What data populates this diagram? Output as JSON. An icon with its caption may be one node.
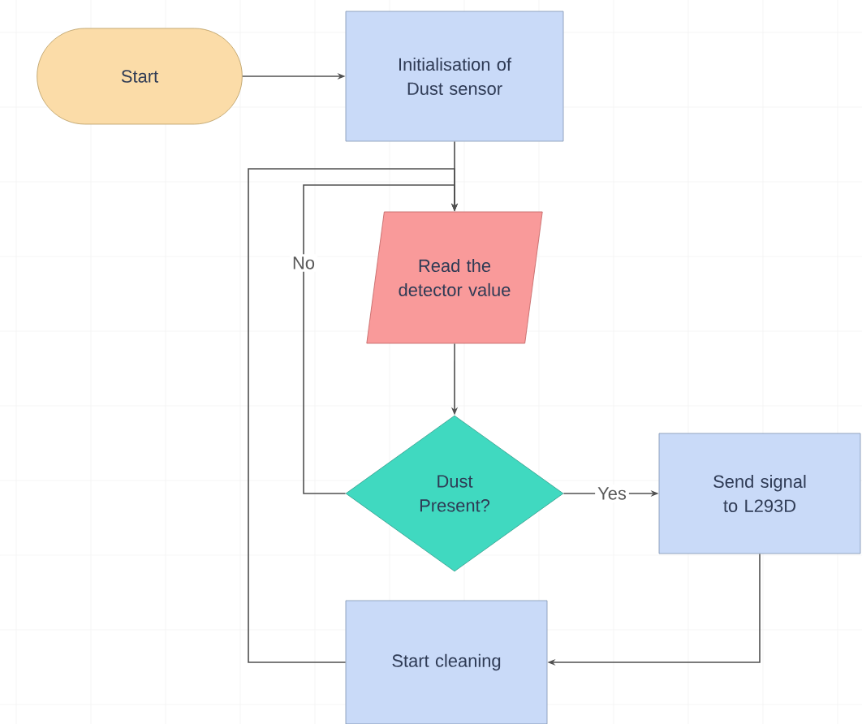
{
  "diagram": {
    "nodes": [
      {
        "text": [
          "Start"
        ]
      },
      {
        "text": [
          "Initialisation of Dust sensor"
        ]
      },
      {
        "text": [
          "Read the detector value"
        ]
      },
      {
        "text": [
          "Dust Present?"
        ]
      },
      {
        "text": [
          "Send signal to L293D"
        ]
      },
      {
        "text": [
          "Start cleaning"
        ]
      }
    ],
    "edges": [
      {
        "from": 0,
        "to": 1,
        "arrow": "to"
      },
      {
        "from": 1,
        "to": 2,
        "arrow": "to"
      },
      {
        "from": 2,
        "to": 3,
        "arrow": "to"
      },
      {
        "from": 3,
        "to": 2,
        "arrow": "to",
        "label": "No"
      },
      {
        "from": 3,
        "to": 4,
        "arrow": "to",
        "label": "Yes"
      },
      {
        "from": 4,
        "to": 5,
        "arrow": "to"
      },
      {
        "from": 5,
        "to": 2,
        "arrow": "to"
      }
    ]
  }
}
